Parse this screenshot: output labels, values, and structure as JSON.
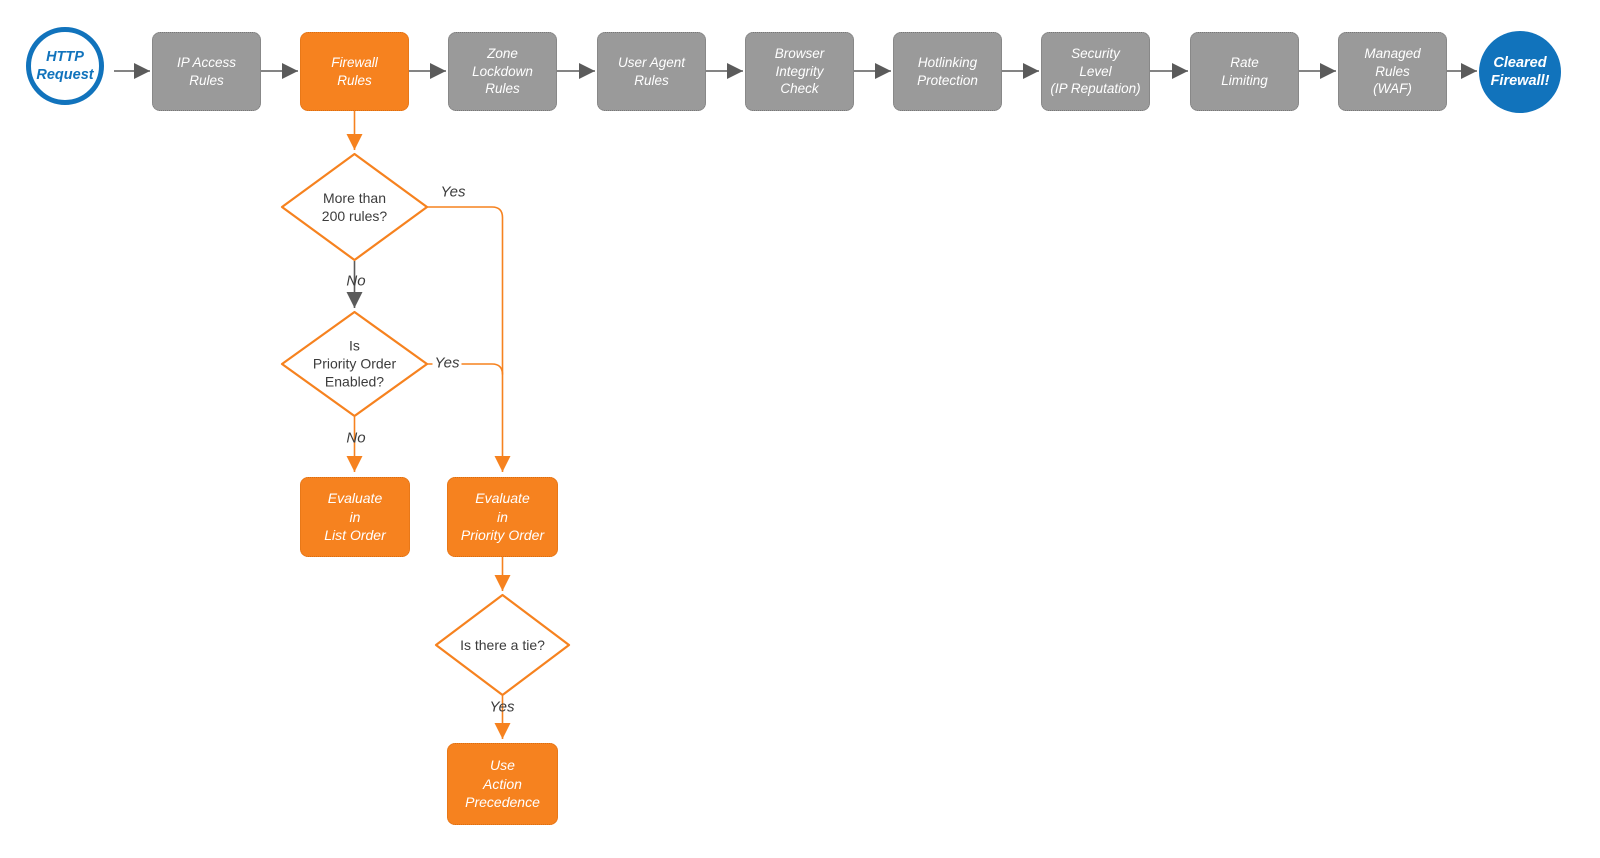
{
  "colors": {
    "orange": "#F6821F",
    "gray": "#9A9A9A",
    "blue": "#1173BC",
    "line_gray": "#5B5B5B",
    "text_dark": "#3C3C3C"
  },
  "pipeline": {
    "start": {
      "label": "HTTP\nRequest"
    },
    "steps": [
      {
        "label": "IP Access\nRules"
      },
      {
        "label": "Firewall\nRules"
      },
      {
        "label": "Zone\nLockdown\nRules"
      },
      {
        "label": "User Agent\nRules"
      },
      {
        "label": "Browser\nIntegrity\nCheck"
      },
      {
        "label": "Hotlinking\nProtection"
      },
      {
        "label": "Security\nLevel\n(IP Reputation)"
      },
      {
        "label": "Rate\nLimiting"
      },
      {
        "label": "Managed\nRules\n(WAF)"
      }
    ],
    "end": {
      "label": "Cleared\nFirewall!"
    }
  },
  "firewall_detail": {
    "decision_rule_count": {
      "label": "More than\n200 rules?",
      "yes": "Yes",
      "no": "No"
    },
    "decision_priority_order": {
      "label": "Is\nPriority Order\nEnabled?",
      "yes": "Yes",
      "no": "No"
    },
    "action_list_order": {
      "label": "Evaluate\nin\nList Order"
    },
    "action_priority_order": {
      "label": "Evaluate\nin\nPriority Order"
    },
    "decision_tie": {
      "label": "Is there a tie?",
      "yes": "Yes"
    },
    "action_precedence": {
      "label": "Use\nAction\nPrecedence"
    }
  }
}
